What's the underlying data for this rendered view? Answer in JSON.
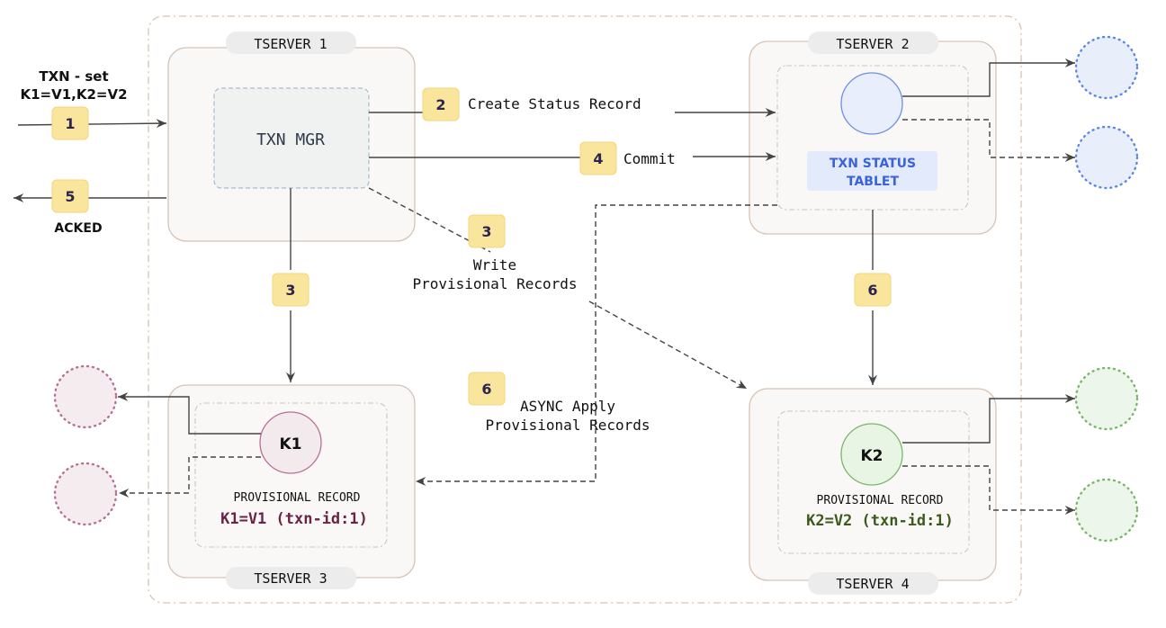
{
  "servers": {
    "tserver1": "TSERVER 1",
    "tserver2": "TSERVER 2",
    "tserver3": "TSERVER 3",
    "tserver4": "TSERVER 4"
  },
  "txn_mgr": "TXN MGR",
  "txn_status_tablet": [
    "TXN STATUS",
    "TABLET"
  ],
  "client_request": [
    "TXN - set",
    "K1=V1,K2=V2"
  ],
  "acked": "ACKED",
  "steps": {
    "s1": "1",
    "s2": "2",
    "s3a": "3",
    "s3b": "3",
    "s4": "4",
    "s5": "5",
    "s6a": "6",
    "s6b": "6"
  },
  "step_labels": {
    "create_status_record": "Create Status Record",
    "commit": "Commit",
    "write_provisional": [
      "Write",
      "Provisional Records"
    ],
    "async_apply": [
      "ASYNC Apply",
      "Provisional Records"
    ]
  },
  "records": {
    "k1": {
      "key": "K1",
      "caption": "PROVISIONAL RECORD",
      "value": "K1=V1 (txn-id:1)"
    },
    "k2": {
      "key": "K2",
      "caption": "PROVISIONAL RECORD",
      "value": "K2=V2 (txn-id:1)"
    }
  },
  "colors": {
    "badge": "#fae59c",
    "status_blue": "#3a63d9",
    "k1_text": "#6b2348",
    "k2_text": "#3c5a1e"
  }
}
